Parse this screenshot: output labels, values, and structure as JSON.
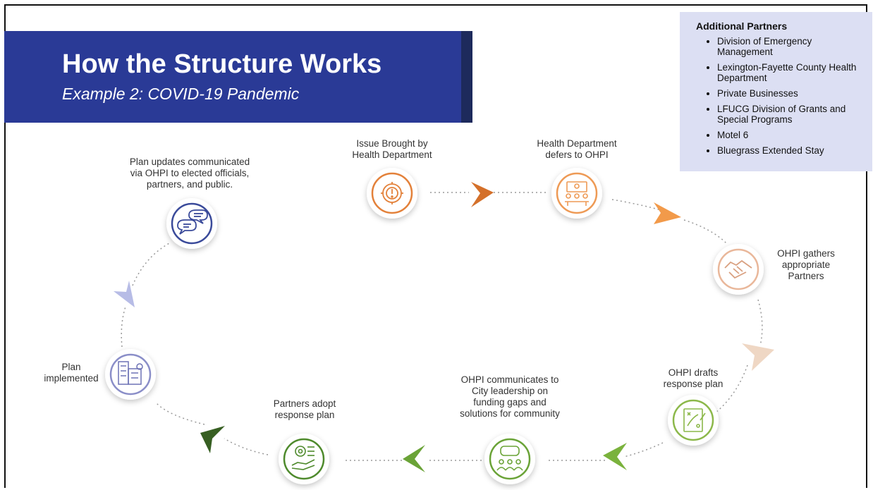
{
  "title": "How the Structure Works",
  "subtitle": "Example 2: COVID-19 Pandemic",
  "partners": {
    "heading": "Additional Partners",
    "items": [
      "Division of Emergency Management",
      "Lexington-Fayette County Health Department",
      "Private Businesses",
      "LFUCG Division of Grants and Special Programs",
      "Motel 6",
      "Bluegrass Extended Stay"
    ]
  },
  "steps": [
    {
      "id": "issue",
      "label_lines": [
        "Issue Brought by",
        "Health Department"
      ],
      "icon": "alert-gear-icon",
      "color": "#e3813a"
    },
    {
      "id": "defer",
      "label_lines": [
        "Health Department",
        "defers to OHPI"
      ],
      "icon": "meeting-icon",
      "color": "#ee9a55"
    },
    {
      "id": "gather",
      "label_lines": [
        "OHPI gathers",
        "appropriate",
        "Partners"
      ],
      "icon": "handshake-icon",
      "color": "#e9b79a"
    },
    {
      "id": "draft",
      "label_lines": [
        "OHPI drafts",
        "response plan"
      ],
      "icon": "strategy-board-icon",
      "color": "#8cb84a"
    },
    {
      "id": "communicate",
      "label_lines": [
        "OHPI communicates to",
        "City leadership on",
        "funding gaps and",
        "solutions for community"
      ],
      "icon": "group-discussion-icon",
      "color": "#6aa337"
    },
    {
      "id": "adopt",
      "label_lines": [
        "Partners adopt",
        "response plan"
      ],
      "icon": "hand-gear-icon",
      "color": "#4e8a2c"
    },
    {
      "id": "implement",
      "label_lines": [
        "Plan",
        "implemented"
      ],
      "icon": "city-buildings-icon",
      "color": "#8a8ec8"
    },
    {
      "id": "updates",
      "label_lines": [
        "Plan updates communicated",
        "via OHPI to elected officials,",
        "partners, and public."
      ],
      "icon": "chat-bubbles-icon",
      "color": "#3a4a9a"
    }
  ],
  "colors": {
    "banner": "#2a3a96",
    "partners_bg": "#dcdff3"
  }
}
